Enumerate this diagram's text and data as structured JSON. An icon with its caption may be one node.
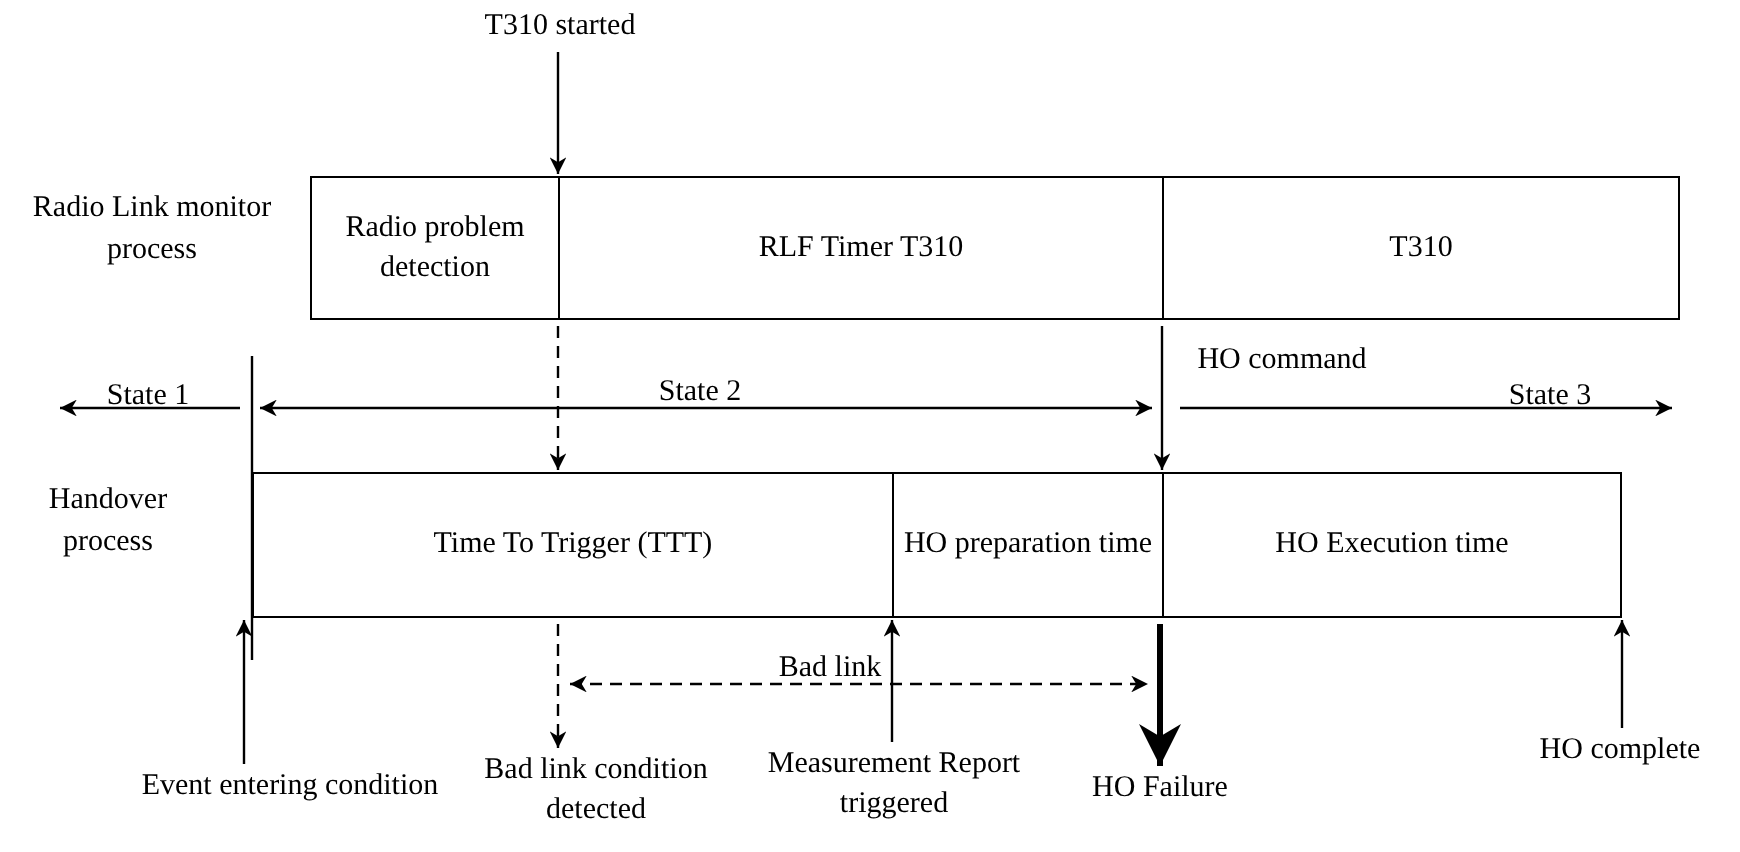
{
  "diagram": {
    "nodes": [
      {
        "text": [
          "T310 started"
        ]
      },
      {
        "text": [
          "Radio problem detection"
        ]
      },
      {
        "text": [
          "RLF Timer T310"
        ]
      },
      {
        "text": [
          "T310"
        ]
      },
      {
        "text": [
          "Time To Trigger (TTT)"
        ]
      },
      {
        "text": [
          "HO preparation time"
        ]
      },
      {
        "text": [
          "HO Execution time"
        ]
      },
      {
        "text": [
          "Event entering condition"
        ]
      },
      {
        "text": [
          "Bad link condition detected"
        ]
      },
      {
        "text": [
          "Measurement Report triggered"
        ]
      },
      {
        "text": [
          "HO Failure"
        ]
      },
      {
        "text": [
          "HO complete"
        ]
      }
    ],
    "edges": [
      {
        "from": 0,
        "to": 2,
        "arrow": "to"
      },
      {
        "from": 2,
        "to": 4,
        "arrow": "to",
        "style": "dashed"
      },
      {
        "from": 3,
        "to": 6,
        "arrow": "to"
      },
      {
        "from": 4,
        "to": 8,
        "arrow": "to",
        "style": "dashed"
      },
      {
        "from": 7,
        "to": 4,
        "arrow": "to"
      },
      {
        "from": 9,
        "to": 5,
        "arrow": "to"
      },
      {
        "from": 6,
        "to": 10,
        "arrow": "to",
        "style": "thick"
      },
      {
        "from": 11,
        "to": 6,
        "arrow": "to"
      }
    ],
    "labels": [
      "Radio Link monitor process",
      "State 1",
      "State 2",
      "HO command",
      "State 3",
      "Handover process",
      "Bad link"
    ]
  }
}
